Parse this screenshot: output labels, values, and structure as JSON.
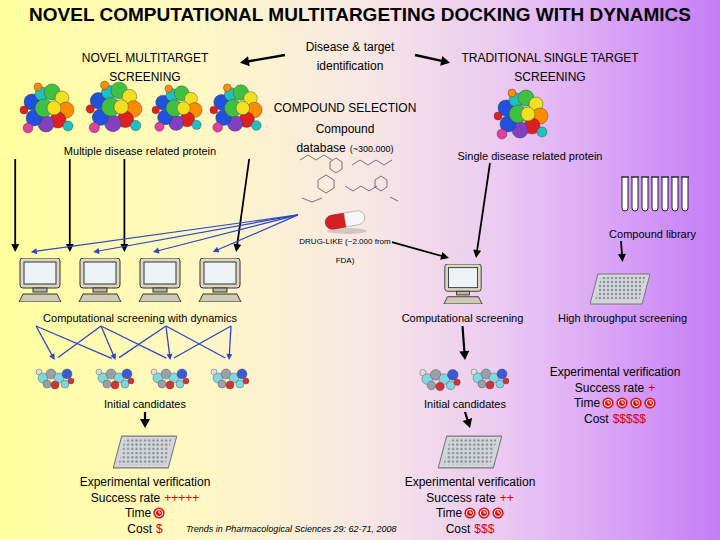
{
  "diagram": {
    "title": "NOVEL COMPUTATIONAL MULTITARGETING DOCKING WITH DYNAMICS",
    "caption": "Trends in Pharmacological Sciences 29: 62-71, 2008",
    "nodes": [
      {
        "text": [
          "Disease & target identification"
        ]
      },
      {
        "text": [
          "NOVEL MULTITARGET SCREENING"
        ]
      },
      {
        "text": [
          "TRADITIONAL SINGLE TARGET SCREENING"
        ]
      },
      {
        "text": [
          "Multiple disease related protein"
        ]
      },
      {
        "text": [
          "Compound database",
          "(~300.000)"
        ]
      },
      {
        "text": [
          "DRUG-LIKE (~2.000 from FDA)"
        ]
      },
      {
        "text": [
          "Single disease related protein"
        ]
      },
      {
        "text": [
          "Compound library"
        ]
      },
      {
        "text": [
          "Computational screening with dynamics"
        ]
      },
      {
        "text": [
          "Computational screening"
        ]
      },
      {
        "text": [
          "High throughput screening"
        ]
      },
      {
        "text": [
          "Initial candidates"
        ]
      },
      {
        "text": [
          "Initial candidates"
        ]
      },
      {
        "text": [
          "Experimental verification",
          "Success rate",
          "+++++",
          "Time",
          "Cost",
          "$"
        ]
      },
      {
        "text": [
          "Experimental verification",
          "Success rate",
          "++",
          "Time",
          "Cost",
          "$$$"
        ]
      },
      {
        "text": [
          "Experimental verification",
          "Success rate",
          "+",
          "Time",
          "Cost",
          "$$$$$"
        ]
      }
    ],
    "edges": [
      {
        "from": 0,
        "to": 1,
        "arrow": "to"
      },
      {
        "from": 0,
        "to": 2,
        "arrow": "to"
      },
      {
        "from": 3,
        "to": 8,
        "arrow": "to"
      },
      {
        "from": 5,
        "to": 8,
        "arrow": "to"
      },
      {
        "from": 5,
        "to": 9,
        "arrow": "to"
      },
      {
        "from": 6,
        "to": 9,
        "arrow": "to"
      },
      {
        "from": 7,
        "to": 10,
        "arrow": "to"
      },
      {
        "from": 8,
        "to": 11,
        "arrow": "to"
      },
      {
        "from": 9,
        "to": 12,
        "arrow": "to"
      },
      {
        "from": 11,
        "to": 13,
        "arrow": "to"
      },
      {
        "from": 12,
        "to": 14,
        "arrow": "to"
      }
    ],
    "labels": [
      "COMPOUND SELECTION"
    ]
  }
}
